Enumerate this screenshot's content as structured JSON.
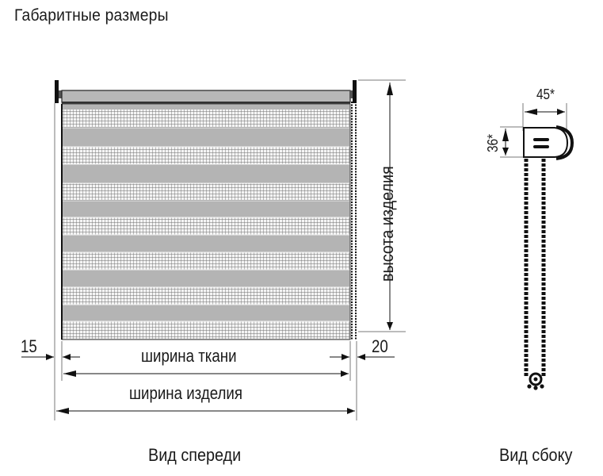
{
  "title": "Габаритные размеры",
  "front_view": {
    "caption": "Вид спереди",
    "dimensions": {
      "left_offset": "15",
      "right_offset": "20",
      "fabric_width": "ширина ткани",
      "product_width": "ширина изделия",
      "product_height": "высота изделия"
    }
  },
  "side_view": {
    "caption": "Вид сбоку",
    "dimensions": {
      "depth": "45*",
      "height": "36*"
    }
  },
  "colors": {
    "line": "#1a1a1a",
    "fabric_solid": "#b4b4b4",
    "fabric_mesh": "#8c8c8c",
    "dimension_line": "#7a7a7a"
  }
}
